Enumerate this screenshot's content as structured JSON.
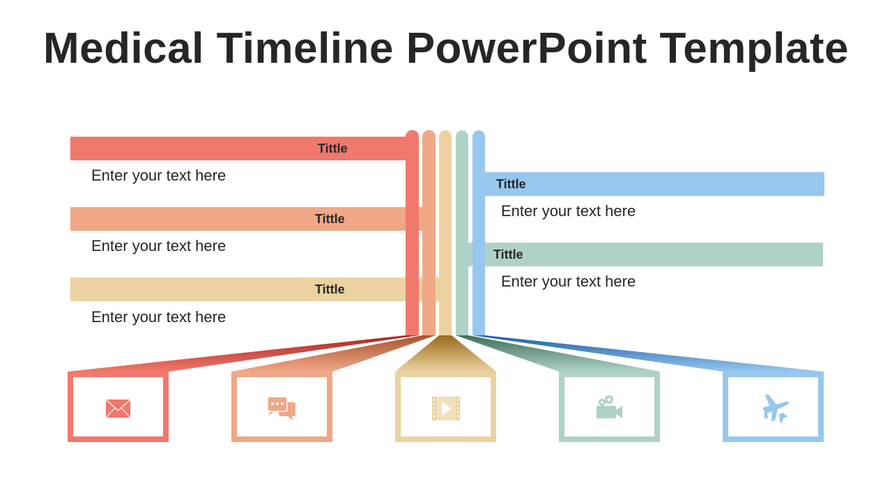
{
  "title": "Medical Timeline PowerPoint Template",
  "colors": {
    "red": "#f1786d",
    "orange": "#f0a887",
    "beige": "#ecd2a0",
    "teal": "#afd2c7",
    "blue": "#97c7ef"
  },
  "left_items": [
    {
      "title": "Tittle",
      "text": "Enter your text here"
    },
    {
      "title": "Tittle",
      "text": "Enter your text here"
    },
    {
      "title": "Tittle",
      "text": "Enter your text here"
    }
  ],
  "right_items": [
    {
      "title": "Tittle",
      "text": "Enter your text here"
    },
    {
      "title": "Tittle",
      "text": "Enter your text here"
    }
  ],
  "icons": [
    "envelope-icon",
    "chat-bubbles-icon",
    "film-play-icon",
    "video-camera-icon",
    "airplane-icon"
  ]
}
